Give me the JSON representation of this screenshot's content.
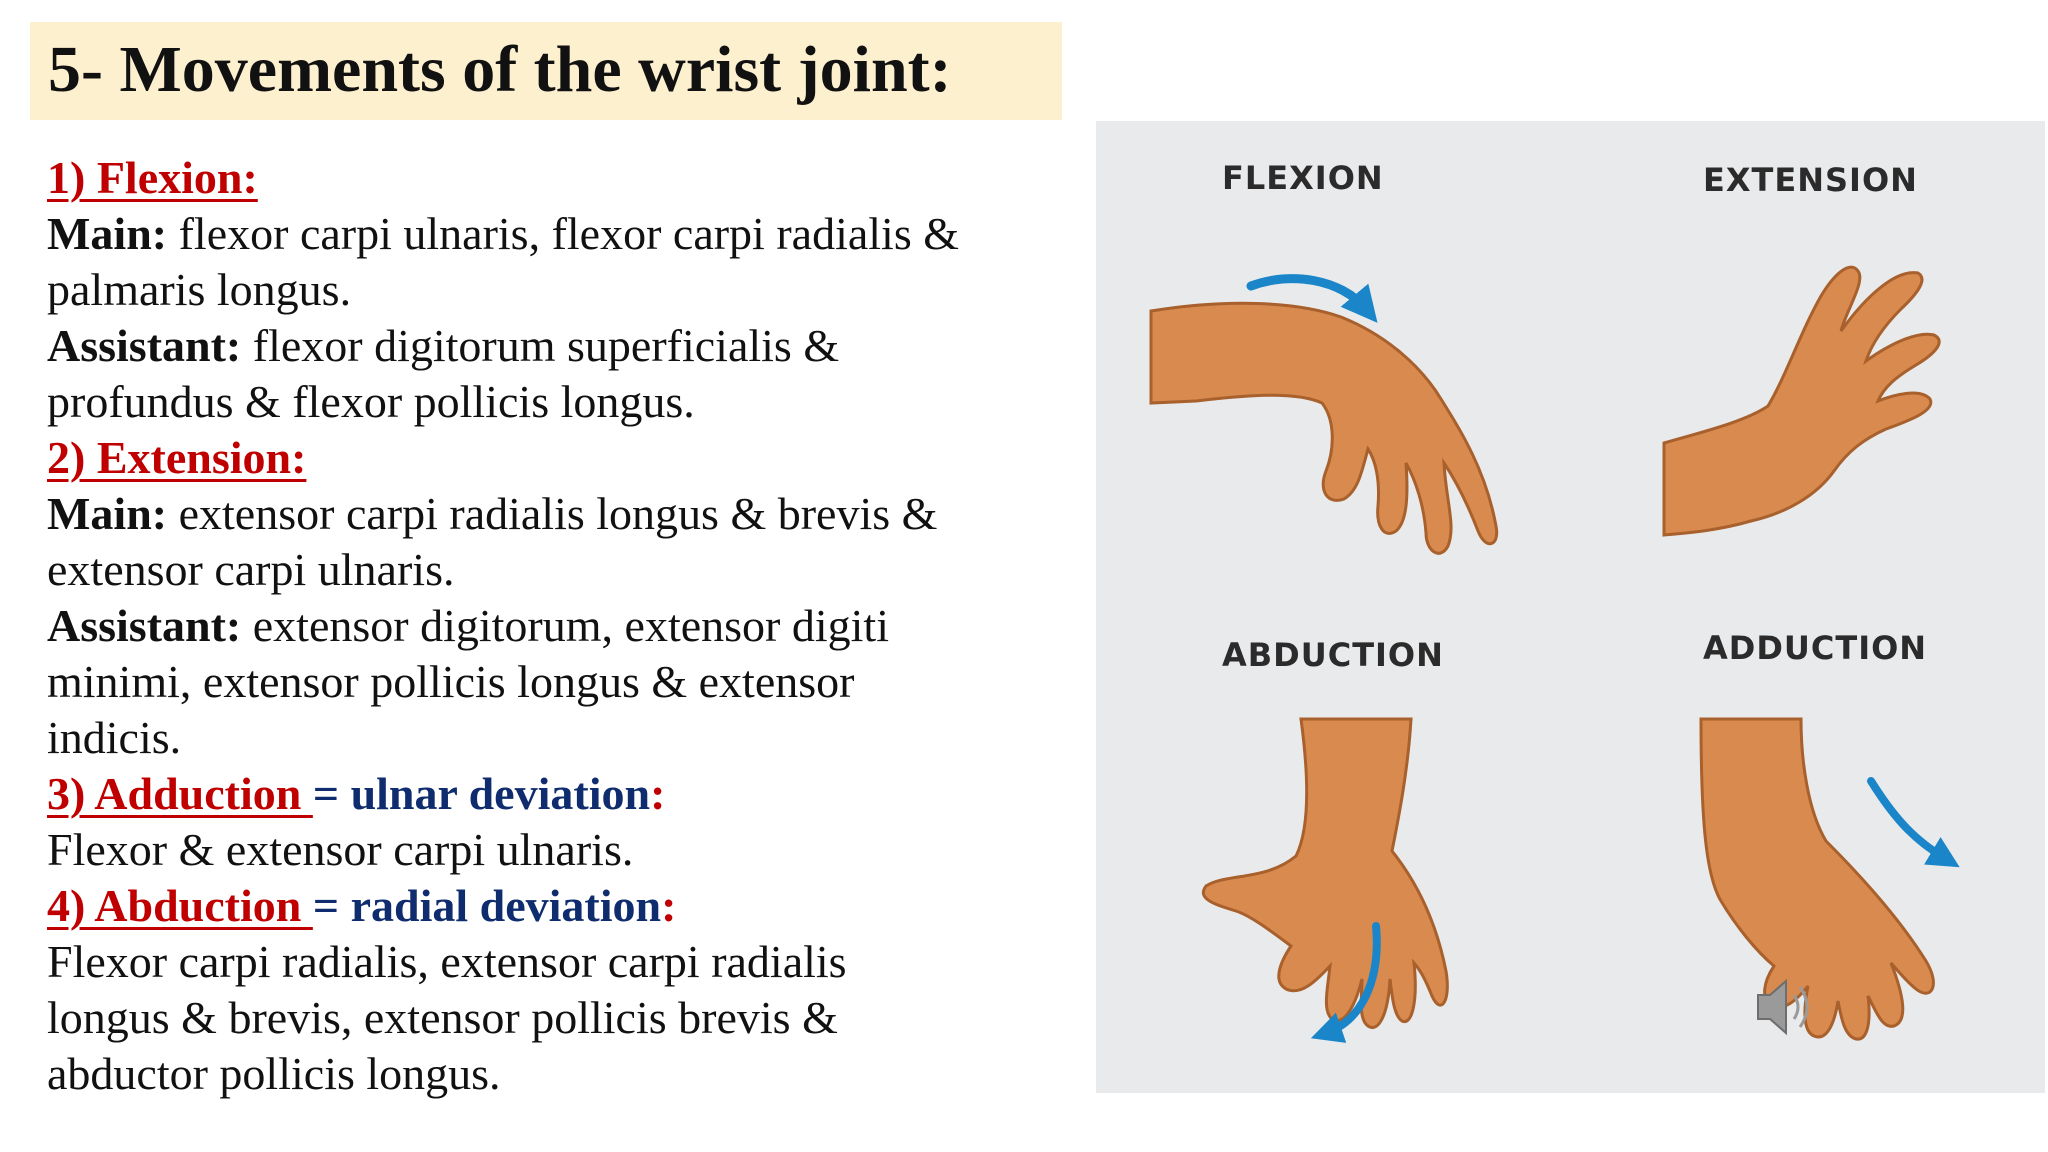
{
  "title": "5- Movements of the wrist joint:",
  "sections": {
    "flexion": {
      "heading": "1) Flexion:",
      "main_label": "Main:",
      "main_line1": " flexor carpi ulnaris, flexor carpi radialis &",
      "main_line2": "palmaris longus.",
      "assistant_label": "Assistant:",
      "assistant_line1": " flexor digitorum superficialis &",
      "assistant_line2": "profundus & flexor pollicis longus."
    },
    "extension": {
      "heading": "2) Extension:",
      "main_label": "Main:",
      "main_line1": " extensor carpi radialis longus & brevis &",
      "main_line2": "extensor carpi ulnaris.",
      "assistant_label": "Assistant:",
      "assistant_line1": " extensor digitorum, extensor digiti",
      "assistant_line2": "minimi, extensor pollicis longus & extensor",
      "assistant_line3": "indicis."
    },
    "adduction": {
      "heading": "3) Adduction ",
      "equals": "= ulnar deviation",
      "colon": ":",
      "body": "Flexor & extensor carpi ulnaris."
    },
    "abduction": {
      "heading": "4) Abduction ",
      "equals": "= radial deviation",
      "colon": ":",
      "body_line1": "Flexor carpi radialis, extensor carpi radialis",
      "body_line2": "longus & brevis, extensor pollicis brevis &",
      "body_line3": "abductor pollicis longus."
    }
  },
  "figure": {
    "labels": {
      "flexion": "FLEXION",
      "extension": "EXTENSION",
      "abduction": "ABDUCTION",
      "adduction": "ADDUCTION"
    },
    "skin_color": "#d98a4e",
    "skin_shade": "#a8602c",
    "arrow_color": "#1a86c9",
    "background": "#e9eaec"
  },
  "icons": [
    "speaker-icon"
  ]
}
